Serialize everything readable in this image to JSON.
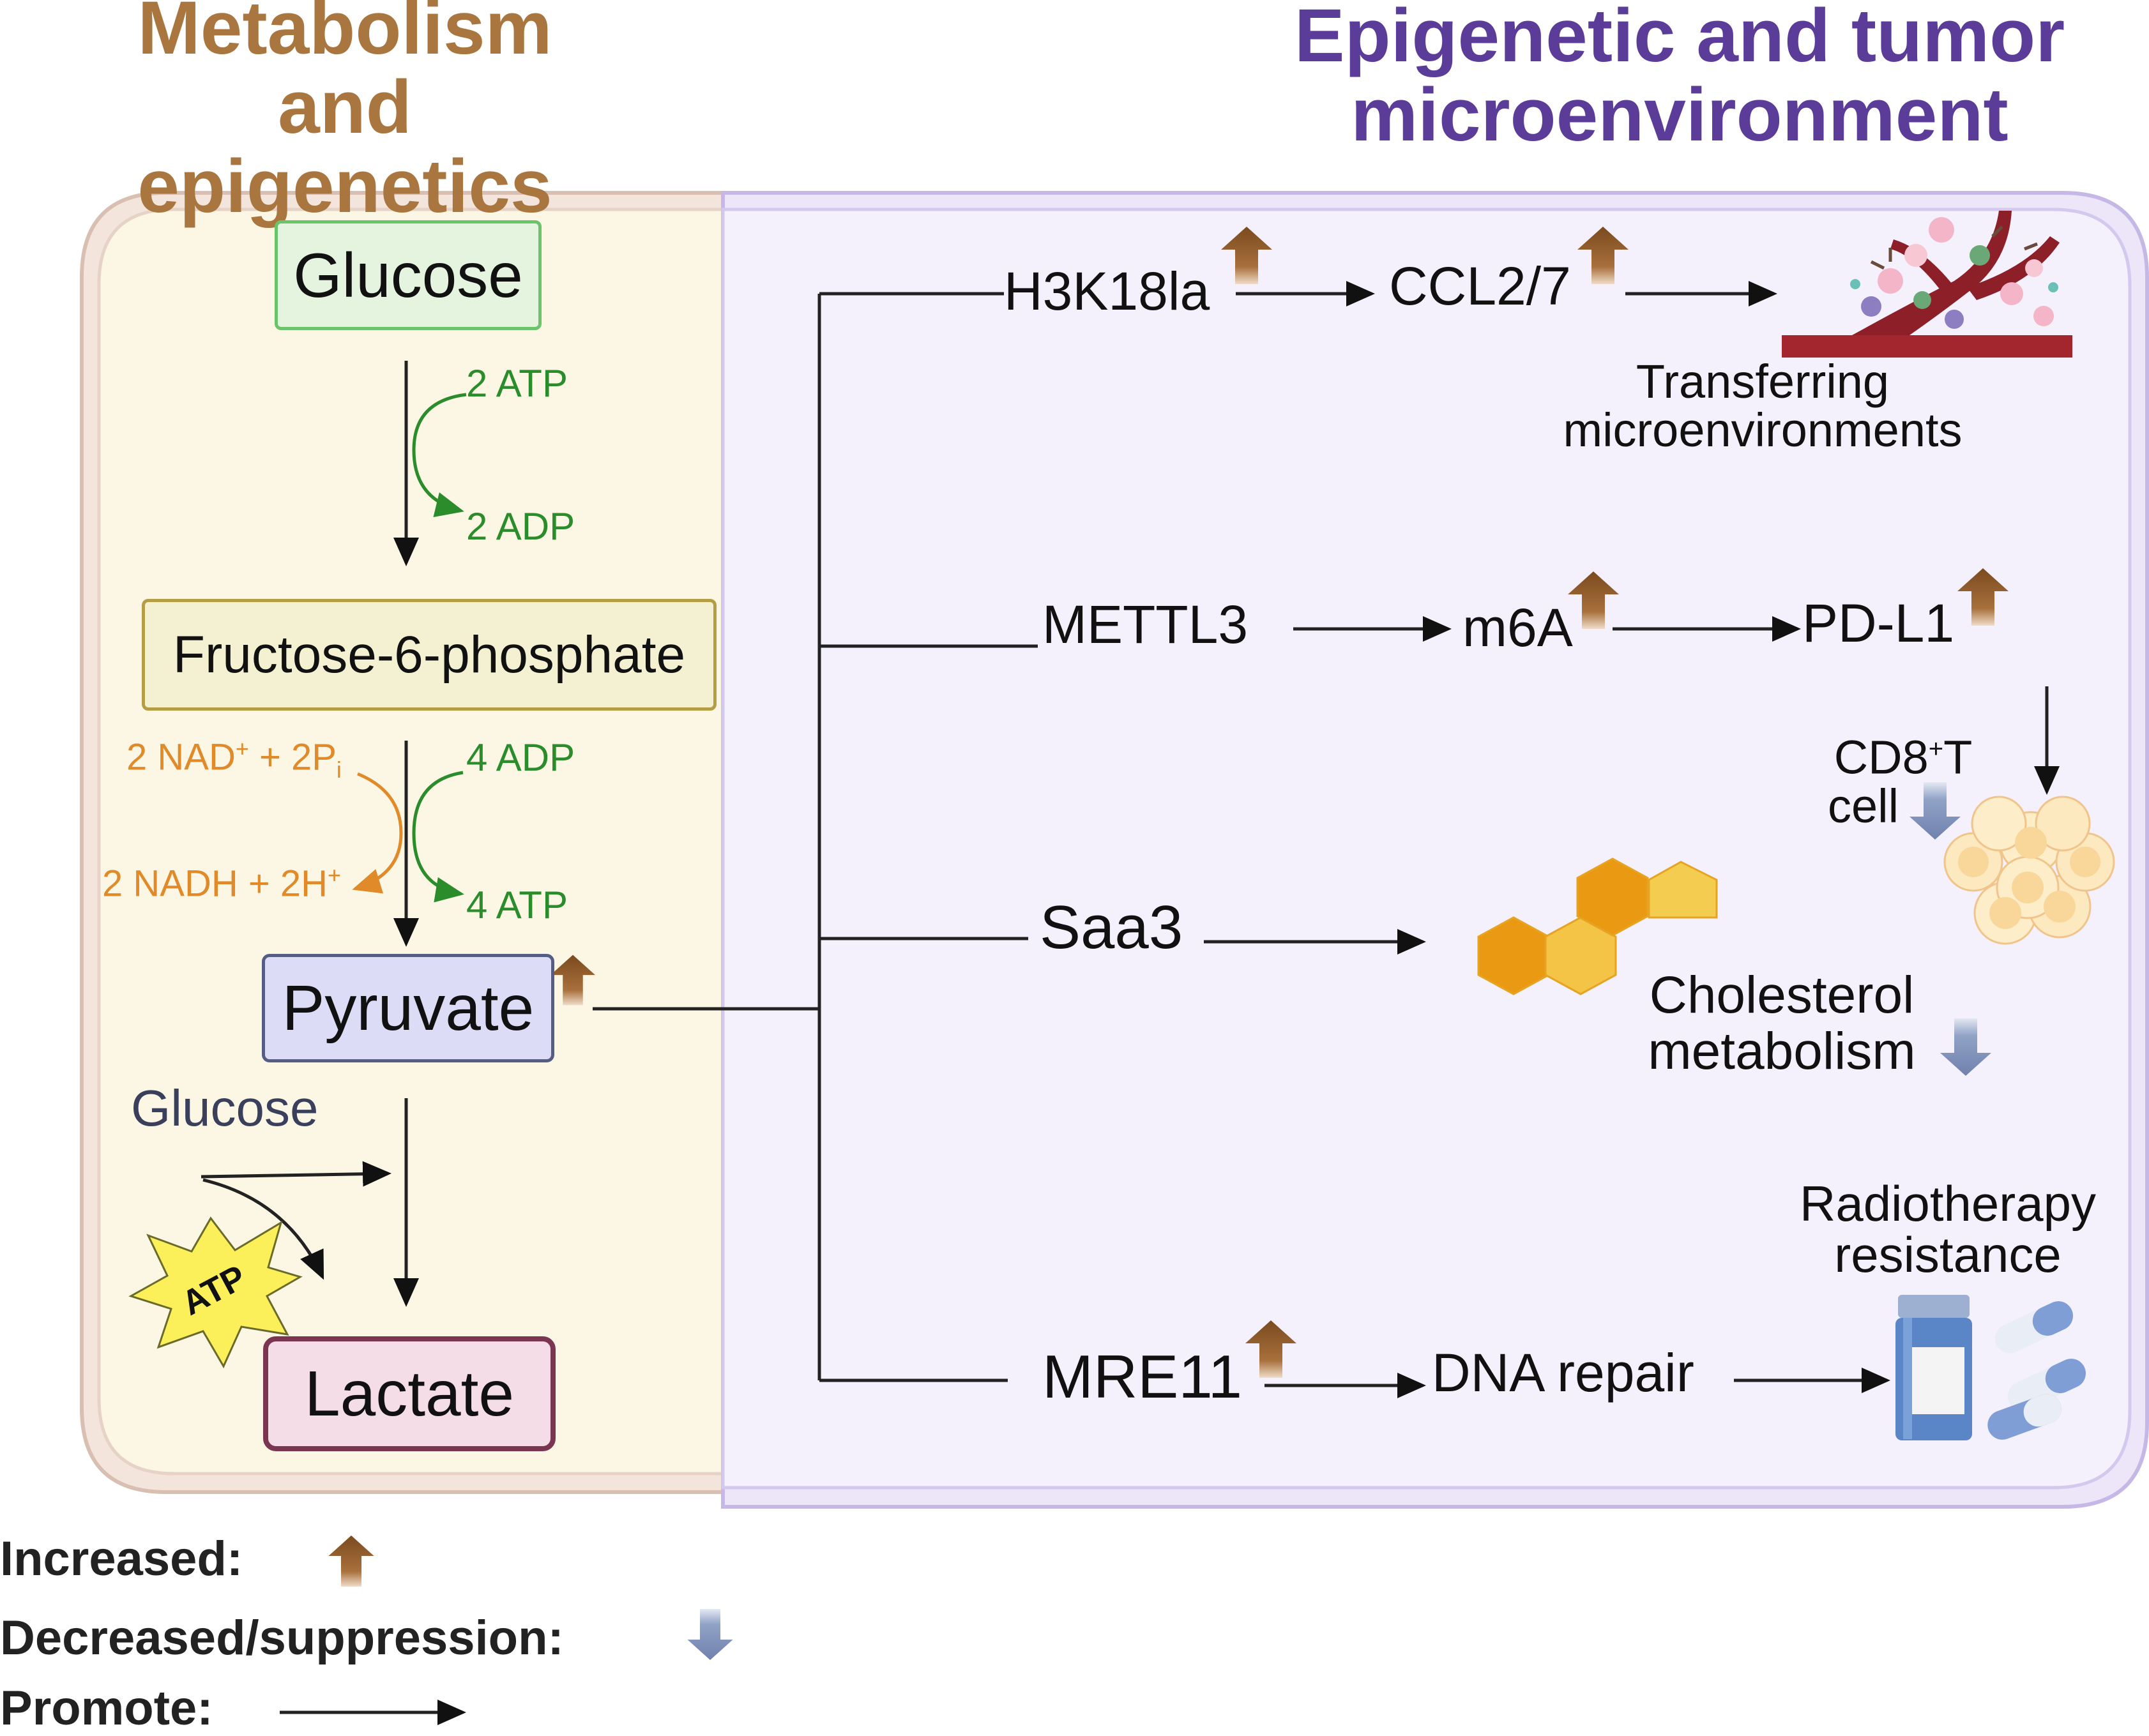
{
  "titles": {
    "left_line1": "Metabolism and",
    "left_line2": "epigenetics",
    "right_line1": "Epigenetic and tumor",
    "right_line2": "microenvironment"
  },
  "glycolysis": {
    "glucose": "Glucose",
    "step1_in": "2 ATP",
    "step1_out": "2 ADP",
    "f6p": "Fructose-6-phosphate",
    "nad_prefix": "2 NAD",
    "nad_suffix": " + 2P",
    "pi_sub": "i",
    "nadh_prefix": "2 NADH + 2H",
    "plus": "+",
    "step2_in": "4 ADP",
    "step2_out": "4 ATP",
    "pyruvate": "Pyruvate",
    "glucose2": "Glucose",
    "atp_burst": "ATP",
    "lactate": "Lactate"
  },
  "pathways": {
    "h3k18la": "H3K18la",
    "ccl": "CCL2/7",
    "transfer_line1": "Transferring",
    "transfer_line2": "microenvironments",
    "mettl3": "METTL3",
    "m6a": "m6A",
    "pdl1": "PD-L1",
    "cd8_prefix": "CD8",
    "cd8_sup": "+",
    "cd8_suffix": "T",
    "cell": "cell",
    "saa3": "Saa3",
    "chol_line1": "Cholesterol",
    "chol_line2": "metabolism",
    "mre11": "MRE11",
    "dna_repair": "DNA repair",
    "radio_line1": "Radiotherapy",
    "radio_line2": "resistance"
  },
  "legend": {
    "increased": "Increased:",
    "decreased": "Decreased/suppression:",
    "promote": "Promote:"
  },
  "colors": {
    "left_panel": "#fbf7e4",
    "right_panel": "#f4f1fc",
    "increase_arrow": "#7a4a1e",
    "decrease_arrow": "#7d8fb8",
    "green": "#2a8c2a",
    "orange": "#e08a2a"
  }
}
